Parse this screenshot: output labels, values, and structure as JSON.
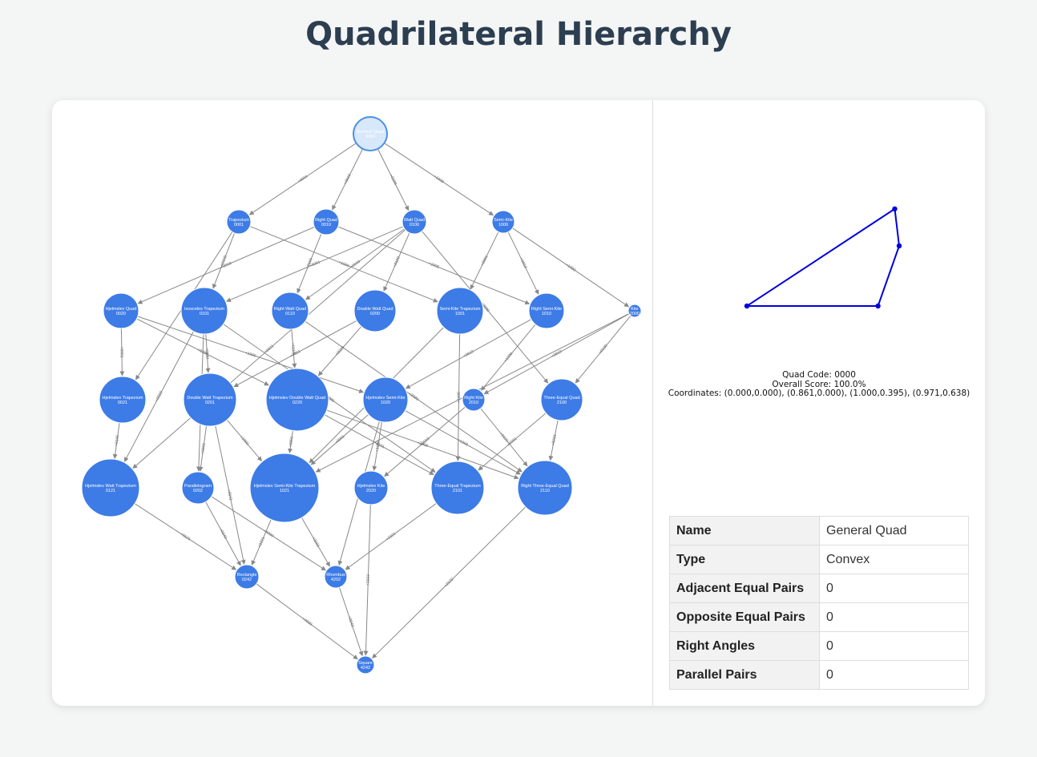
{
  "title": "Quadrilateral Hierarchy",
  "colors": {
    "node": "#3d7be6",
    "selected_node": "#d8e8fb",
    "selected_stroke": "#4a90e2",
    "edge": "#888888",
    "shape": "#0000dd"
  },
  "graph": {
    "nodes": [
      {
        "id": "0000",
        "name": "General Quad",
        "code": "0000",
        "selected": true
      },
      {
        "id": "0001",
        "name": "Trapezium",
        "code": "0001"
      },
      {
        "id": "0010",
        "name": "Right Quad",
        "code": "0010"
      },
      {
        "id": "0100",
        "name": "Watt Quad",
        "code": "0100"
      },
      {
        "id": "1000",
        "name": "Semi-Kite",
        "code": "1000"
      },
      {
        "id": "0020",
        "name": "Hjelmslev Quad",
        "code": "0020"
      },
      {
        "id": "0101",
        "name": "Isosceles Trapezium",
        "code": "0101"
      },
      {
        "id": "0110",
        "name": "Right Watt Quad",
        "code": "0110"
      },
      {
        "id": "0200",
        "name": "Double Watt Quad",
        "code": "0200"
      },
      {
        "id": "1001",
        "name": "Semi-Kite Trapezium",
        "code": "1001"
      },
      {
        "id": "1010",
        "name": "Right Semi-Kite",
        "code": "1010"
      },
      {
        "id": "2000",
        "name": "Kite",
        "code": "2000"
      },
      {
        "id": "0021",
        "name": "Hjelmslev Trapezium",
        "code": "0021"
      },
      {
        "id": "0201",
        "name": "Double Watt Trapezium",
        "code": "0201"
      },
      {
        "id": "0220",
        "name": "Hjelmslev Double Watt Quad",
        "code": "0220"
      },
      {
        "id": "1020",
        "name": "Hjelmslev Semi-Kite",
        "code": "1020"
      },
      {
        "id": "2010",
        "name": "Right Kite",
        "code": "2010"
      },
      {
        "id": "2100",
        "name": "Three-Equal Quad",
        "code": "2100"
      },
      {
        "id": "0121",
        "name": "Hjelmslev Watt Trapezium",
        "code": "0121"
      },
      {
        "id": "0202",
        "name": "Parallelogram",
        "code": "0202"
      },
      {
        "id": "1021",
        "name": "Hjelmslev Semi-Kite Trapezium",
        "code": "1021"
      },
      {
        "id": "2020",
        "name": "Hjelmslev Kite",
        "code": "2020"
      },
      {
        "id": "2101",
        "name": "Three-Equal Trapezium",
        "code": "2101"
      },
      {
        "id": "2110",
        "name": "Right Three-Equal Quad",
        "code": "2110"
      },
      {
        "id": "0242",
        "name": "Rectangle",
        "code": "0242"
      },
      {
        "id": "4202",
        "name": "Rhombus",
        "code": "4202"
      },
      {
        "id": "4242",
        "name": "Square",
        "code": "4242"
      }
    ],
    "edges": [
      {
        "from": "0000",
        "to": "0001",
        "label": "+0001"
      },
      {
        "from": "0000",
        "to": "0010",
        "label": "+0010"
      },
      {
        "from": "0000",
        "to": "0100",
        "label": "+0100"
      },
      {
        "from": "0000",
        "to": "1000",
        "label": "+1000"
      },
      {
        "from": "0001",
        "to": "0101",
        "label": "+0100"
      },
      {
        "from": "0001",
        "to": "0021",
        "label": "+0020"
      },
      {
        "from": "0001",
        "to": "1001",
        "label": "+1000"
      },
      {
        "from": "0010",
        "to": "0020",
        "label": "+0010"
      },
      {
        "from": "0010",
        "to": "0110",
        "label": "+0100"
      },
      {
        "from": "0010",
        "to": "1010",
        "label": "+1000"
      },
      {
        "from": "0100",
        "to": "0101",
        "label": "+0001"
      },
      {
        "from": "0100",
        "to": "0110",
        "label": "+0010"
      },
      {
        "from": "0100",
        "to": "0200",
        "label": "+0100"
      },
      {
        "from": "0100",
        "to": "2100",
        "label": "+2000"
      },
      {
        "from": "0100",
        "to": "0121",
        "label": "+0021"
      },
      {
        "from": "1000",
        "to": "1001",
        "label": "+0001"
      },
      {
        "from": "1000",
        "to": "1010",
        "label": "+0010"
      },
      {
        "from": "1000",
        "to": "2000",
        "label": "+1000"
      },
      {
        "from": "0020",
        "to": "0021",
        "label": "+0001"
      },
      {
        "from": "0020",
        "to": "0220",
        "label": "+0200"
      },
      {
        "from": "0020",
        "to": "1020",
        "label": "+1000"
      },
      {
        "from": "0101",
        "to": "0201",
        "label": "+0100"
      },
      {
        "from": "0101",
        "to": "0202",
        "label": "+0101"
      },
      {
        "from": "0101",
        "to": "0121",
        "label": "+0020"
      },
      {
        "from": "0101",
        "to": "2101",
        "label": "+2000"
      },
      {
        "from": "0110",
        "to": "0220",
        "label": "+0110"
      },
      {
        "from": "0110",
        "to": "2110",
        "label": "+2000"
      },
      {
        "from": "0200",
        "to": "0201",
        "label": "+0001"
      },
      {
        "from": "0200",
        "to": "0220",
        "label": "+0020"
      },
      {
        "from": "1001",
        "to": "1021",
        "label": "+0020"
      },
      {
        "from": "1001",
        "to": "2101",
        "label": "+1100"
      },
      {
        "from": "1010",
        "to": "1020",
        "label": "+0010"
      },
      {
        "from": "1010",
        "to": "2010",
        "label": "+1000"
      },
      {
        "from": "2000",
        "to": "2010",
        "label": "+0010"
      },
      {
        "from": "2000",
        "to": "2100",
        "label": "+0100"
      },
      {
        "from": "2000",
        "to": "1021",
        "label": "+1021"
      },
      {
        "from": "0021",
        "to": "0121",
        "label": "+0100"
      },
      {
        "from": "0201",
        "to": "0202",
        "label": "+0001"
      },
      {
        "from": "0201",
        "to": "1021",
        "label": "+1000"
      },
      {
        "from": "0201",
        "to": "0242",
        "label": "+0041"
      },
      {
        "from": "0220",
        "to": "1021",
        "label": "+0801"
      },
      {
        "from": "0220",
        "to": "2110",
        "label": "+2000"
      },
      {
        "from": "0220",
        "to": "2101",
        "label": "+2101"
      },
      {
        "from": "1020",
        "to": "1021",
        "label": "+0001"
      },
      {
        "from": "1020",
        "to": "2020",
        "label": "+1000"
      },
      {
        "from": "1020",
        "to": "4202",
        "label": "+3182"
      },
      {
        "from": "1020",
        "to": "2110",
        "label": "+1090"
      },
      {
        "from": "2010",
        "to": "2020",
        "label": "+0010"
      },
      {
        "from": "2010",
        "to": "2110",
        "label": "+0100"
      },
      {
        "from": "2100",
        "to": "2101",
        "label": "+0001"
      },
      {
        "from": "2100",
        "to": "2110",
        "label": "+0010"
      },
      {
        "from": "0121",
        "to": "0242",
        "label": "+0121"
      },
      {
        "from": "0202",
        "to": "0242",
        "label": "+0040"
      },
      {
        "from": "0202",
        "to": "4202",
        "label": "+4000"
      },
      {
        "from": "1021",
        "to": "0242",
        "label": "+0221"
      },
      {
        "from": "1021",
        "to": "4202",
        "label": "+3181"
      },
      {
        "from": "2020",
        "to": "4242",
        "label": "+2222"
      },
      {
        "from": "2101",
        "to": "4202",
        "label": "+2101"
      },
      {
        "from": "2110",
        "to": "4242",
        "label": "+2132"
      },
      {
        "from": "0242",
        "to": "4242",
        "label": "+4000"
      },
      {
        "from": "4202",
        "to": "4242",
        "label": "+0040"
      }
    ]
  },
  "selected": {
    "code_label": "Quad Code: 0000",
    "score_label": "Overall Score: 100.0%",
    "coords_label": "Coordinates: (0.000,0.000), (0.861,0.000), (1.000,0.395), (0.971,0.638)",
    "vertices": [
      [
        0.0,
        0.0
      ],
      [
        0.861,
        0.0
      ],
      [
        1.0,
        0.395
      ],
      [
        0.971,
        0.638
      ]
    ]
  },
  "properties": [
    {
      "key": "Name",
      "value": "General Quad"
    },
    {
      "key": "Type",
      "value": "Convex"
    },
    {
      "key": "Adjacent Equal Pairs",
      "value": "0"
    },
    {
      "key": "Opposite Equal Pairs",
      "value": "0"
    },
    {
      "key": "Right Angles",
      "value": "0"
    },
    {
      "key": "Parallel Pairs",
      "value": "0"
    }
  ]
}
